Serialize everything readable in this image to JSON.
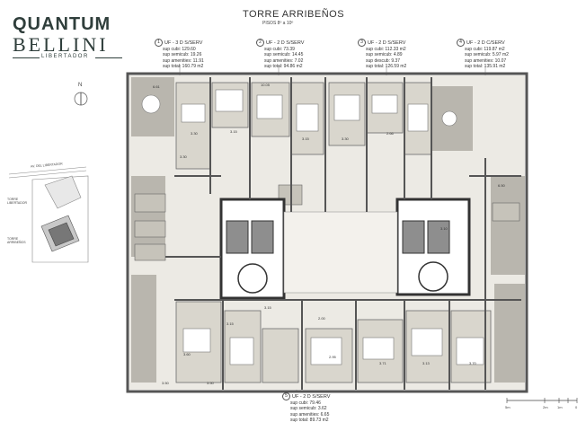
{
  "brand": {
    "line1": "QUANTUM",
    "line2": "BELLINI",
    "line3": "LIBERTADOR"
  },
  "header": {
    "title": "TORRE  ARRIBEÑOS",
    "subtitle": "PISOS  8º a 10º"
  },
  "units": [
    {
      "num": "1",
      "type": "UF - 3 D S/SERV",
      "lines": [
        "sup cubi: 129.60",
        "sup semicub: 19.26",
        "sup amenities: 11.91",
        "sup total: 160.79 m2"
      ]
    },
    {
      "num": "2",
      "type": "UF - 2 D S/SERV",
      "lines": [
        "sup cubi: 73.39",
        "sup semicub: 14.45",
        "sup amenities: 7.02",
        "sup total: 94.86 m2"
      ]
    },
    {
      "num": "3",
      "type": "UF - 2 D S/SERV",
      "lines": [
        "sup cubi: 112.33 m2",
        "sup semicub: 4.89",
        "sup descub: 9.37",
        "sup total: 126.59 m2"
      ]
    },
    {
      "num": "4",
      "type": "UF - 2 D C/SERV",
      "lines": [
        "sup cubi: 119.87 m2",
        "sup semicub: 5.97 m2",
        "sup amenities: 10.07",
        "sup total: 135.91 m2"
      ]
    },
    {
      "num": "5",
      "type": "UF - 2 D S/SERV",
      "lines": [
        "sup cubi: 79.46",
        "sup semicub: 3.62",
        "sup amenities: 6.65",
        "sup total: 89.73 m2"
      ]
    }
  ],
  "site_plan": {
    "north": "N",
    "street": "AV. DEL LIBERTADOR",
    "tower1": "TORRE LIBERTADOR",
    "tower2": "TORRE ARRIBEÑOS"
  },
  "dimensions": [
    "6.61",
    "10.05",
    "3.30",
    "3.15",
    "3.15",
    "2.66",
    "3.30",
    "3.30",
    "3.10",
    "3.15",
    "2.00",
    "3.15",
    "3.60",
    "2.95",
    "3.71",
    "3.13",
    "3.70",
    "3.50",
    "3.50",
    "6.50"
  ],
  "scale": [
    "5m",
    "2m",
    "1m",
    "0"
  ]
}
